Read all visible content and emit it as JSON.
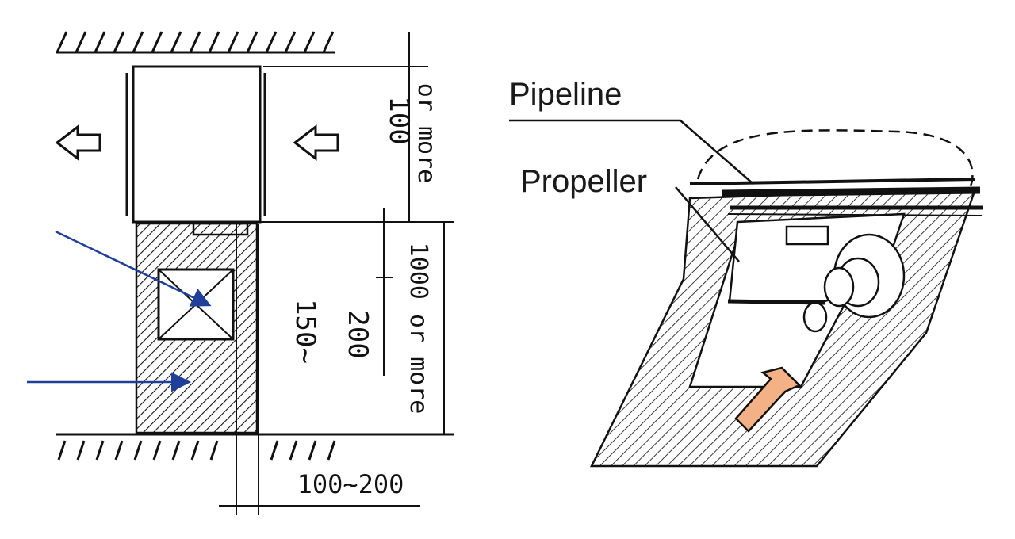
{
  "labels": {
    "pipeline": "Pipeline",
    "propeller": "Propeller"
  },
  "dimensions": {
    "top_clearance": "100",
    "top_clearance_or_more": "or more",
    "side_min": "150~",
    "side_max": "200",
    "side_or_more": "1000 or more",
    "bottom_width": "100~200"
  },
  "colors": {
    "line": "#111111",
    "pointer_arrow": "#1f3f9a",
    "airflow_arrow": "#f4b185",
    "background": "#ffffff"
  },
  "icons": [
    "airflow-left-arrow-icon",
    "airflow-down-arrow-icon",
    "pointer-arrow-icon"
  ]
}
